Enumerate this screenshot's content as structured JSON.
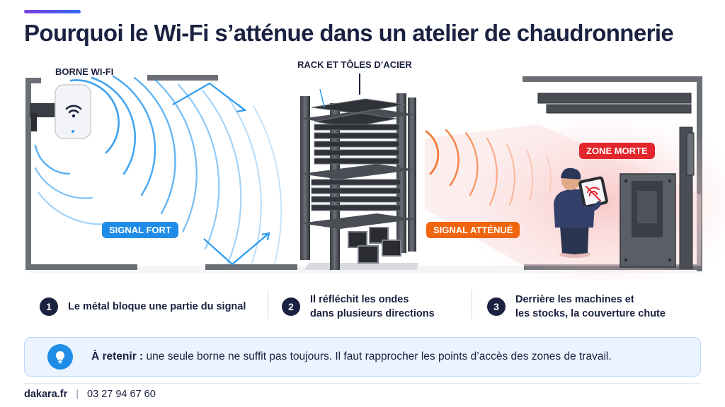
{
  "title": "Pourquoi le Wi-Fi s’atténue dans un atelier de chaudronnerie",
  "scene": {
    "access_point_label": "BORNE WI-FI",
    "rack_label": "RACK ET TÔLES D’ACIER",
    "strong_label": "SIGNAL FORT",
    "weak_label": "SIGNAL ATTÉNUÉ",
    "dead_zone_label": "ZONE MORTE"
  },
  "steps": [
    {
      "num": "1",
      "text": "Le métal bloque une partie du signal"
    },
    {
      "num": "2",
      "line1": "Il réfléchit les ondes",
      "line2": "dans plusieurs directions"
    },
    {
      "num": "3",
      "line1": "Derrière les machines et",
      "line2": "les stocks, la couverture chute"
    }
  ],
  "callout": {
    "lead": "À retenir :",
    "text": " une seule borne ne suffit pas toujours. Il faut rapprocher les points d’accès des zones de travail."
  },
  "footer": {
    "site": "dakara.fr",
    "separator": "|",
    "phone": "03 27 94 67 60"
  },
  "colors": {
    "strong_signal": "#1f8de8",
    "weak_signal": "#f2650f",
    "dead_zone": "#e3262c",
    "ink": "#1b2140"
  }
}
